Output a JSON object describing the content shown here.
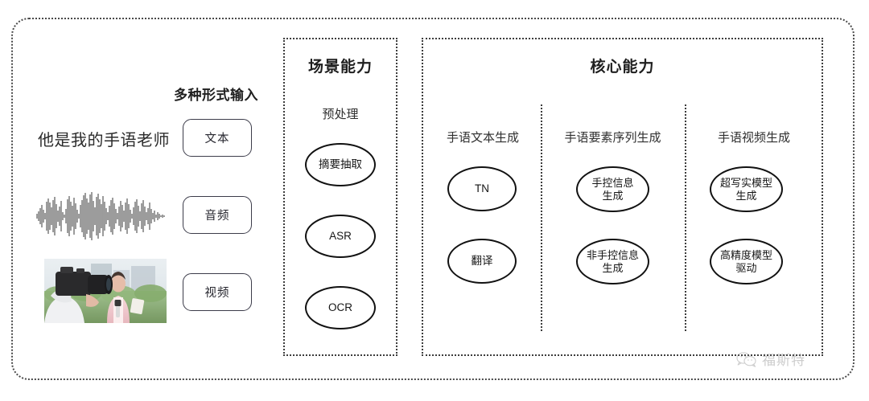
{
  "diagram": {
    "title_hidden": "",
    "input_section": {
      "heading": "多种形式输入",
      "sample_text": "他是我的手语老师",
      "chips": [
        {
          "label": "文本",
          "name": "input-chip-text"
        },
        {
          "label": "音频",
          "name": "input-chip-audio"
        },
        {
          "label": "视频",
          "name": "input-chip-video"
        }
      ],
      "waveform_alt": "audio-waveform",
      "photo_alt": "camera-operator-and-reporter-photo"
    },
    "scene_panel": {
      "title": "场景能力",
      "sub_header": "预处理",
      "nodes": [
        {
          "label": "摘要抽取"
        },
        {
          "label": "ASR"
        },
        {
          "label": "OCR"
        }
      ]
    },
    "core_panel": {
      "title": "核心能力",
      "columns": [
        {
          "header": "手语文本生成",
          "nodes": [
            {
              "label": "TN"
            },
            {
              "label": "翻译"
            }
          ]
        },
        {
          "header": "手语要素序列生成",
          "nodes": [
            {
              "label": "手控信息\n生成"
            },
            {
              "label": "非手控信息\n生成"
            }
          ]
        },
        {
          "header": "手语视频生成",
          "nodes": [
            {
              "label": "超写实模型\n生成"
            },
            {
              "label": "高精度模型\n驱动"
            }
          ]
        }
      ]
    },
    "watermark": {
      "text": "福斯特",
      "icon": "wechat-logo-icon"
    },
    "colors": {
      "background": "#ffffff",
      "border_dotted": "#3d3d3d",
      "node_stroke": "#111111",
      "text_primary": "#2b2b2b",
      "chip_border": "#3c3c4a",
      "watermark": "#8a8a8a"
    }
  }
}
